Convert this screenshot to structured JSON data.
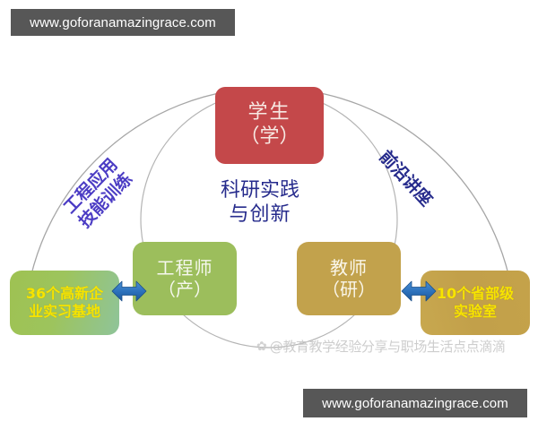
{
  "watermarks": {
    "top_left_url": "www.goforanamazingrace.com",
    "bottom_right_url": "www.goforanamazingrace.com",
    "bottom_center_flower": "✿",
    "bottom_center_text": "@教育教学经验分享与职场生活点点滴滴"
  },
  "diagram": {
    "nodes": {
      "student": {
        "line1": "学生",
        "line2": "（学）",
        "color": "#c4484a",
        "text_color": "#f7e9e3"
      },
      "engineer": {
        "line1": "工程师",
        "line2": "（产）",
        "color": "#9cbe5c",
        "text_color": "#f6f8ef"
      },
      "teacher": {
        "line1": "教师",
        "line2": "（研）",
        "color": "#c2a24c",
        "text_color": "#faf6ea"
      },
      "bases": {
        "line1": "36个高新企",
        "line2": "业实习基地",
        "color": "#9ec252",
        "text_color": "#f5e400"
      },
      "labs": {
        "line1": "10个省部级",
        "line2": "实验室",
        "color": "#c4a24a",
        "text_color": "#f7e400"
      }
    },
    "labels": {
      "left_arc_line1": "工程应用",
      "left_arc_line2": "技能训练",
      "right_arc": "前沿讲座",
      "center_line1": "科研实践",
      "center_line2": "与创新",
      "left_arc_color": "#4b3cc4",
      "right_arc_color": "#262b8c",
      "center_color": "#262b8c"
    },
    "connectors": {
      "left_arrow": "double-headed-arrow",
      "right_arrow": "double-headed-arrow",
      "arrow_color": "#2d72bd"
    },
    "arc_color": "#a9a9a9"
  }
}
